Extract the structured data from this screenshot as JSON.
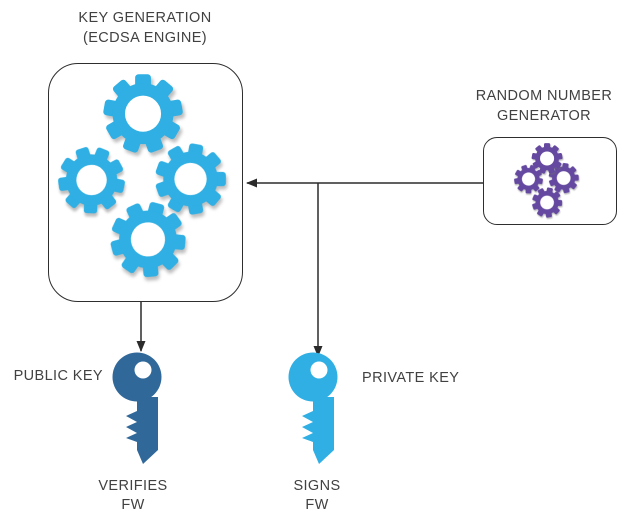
{
  "colors": {
    "gear_cyan": "#2FAFE3",
    "gear_purple": "#6549A1",
    "public_key_blue": "#31689A",
    "private_key_cyan": "#2FAFE3",
    "line": "#2b2b2b",
    "text": "#414141"
  },
  "keygen": {
    "title_line1": "KEY GENERATION",
    "title_line2": "(ECDSA ENGINE)"
  },
  "rng": {
    "title_line1": "RANDOM NUMBER",
    "title_line2": "GENERATOR"
  },
  "public_key": {
    "label": "PUBLIC KEY",
    "caption_line1": "VERIFIES",
    "caption_line2": "FW"
  },
  "private_key": {
    "label": "PRIVATE KEY",
    "caption_line1": "SIGNS",
    "caption_line2": "FW"
  },
  "icons": {
    "keygen": "gears-icon",
    "rng": "gears-icon",
    "public_key": "key-icon",
    "private_key": "key-icon",
    "connectors": "arrow-lines"
  }
}
